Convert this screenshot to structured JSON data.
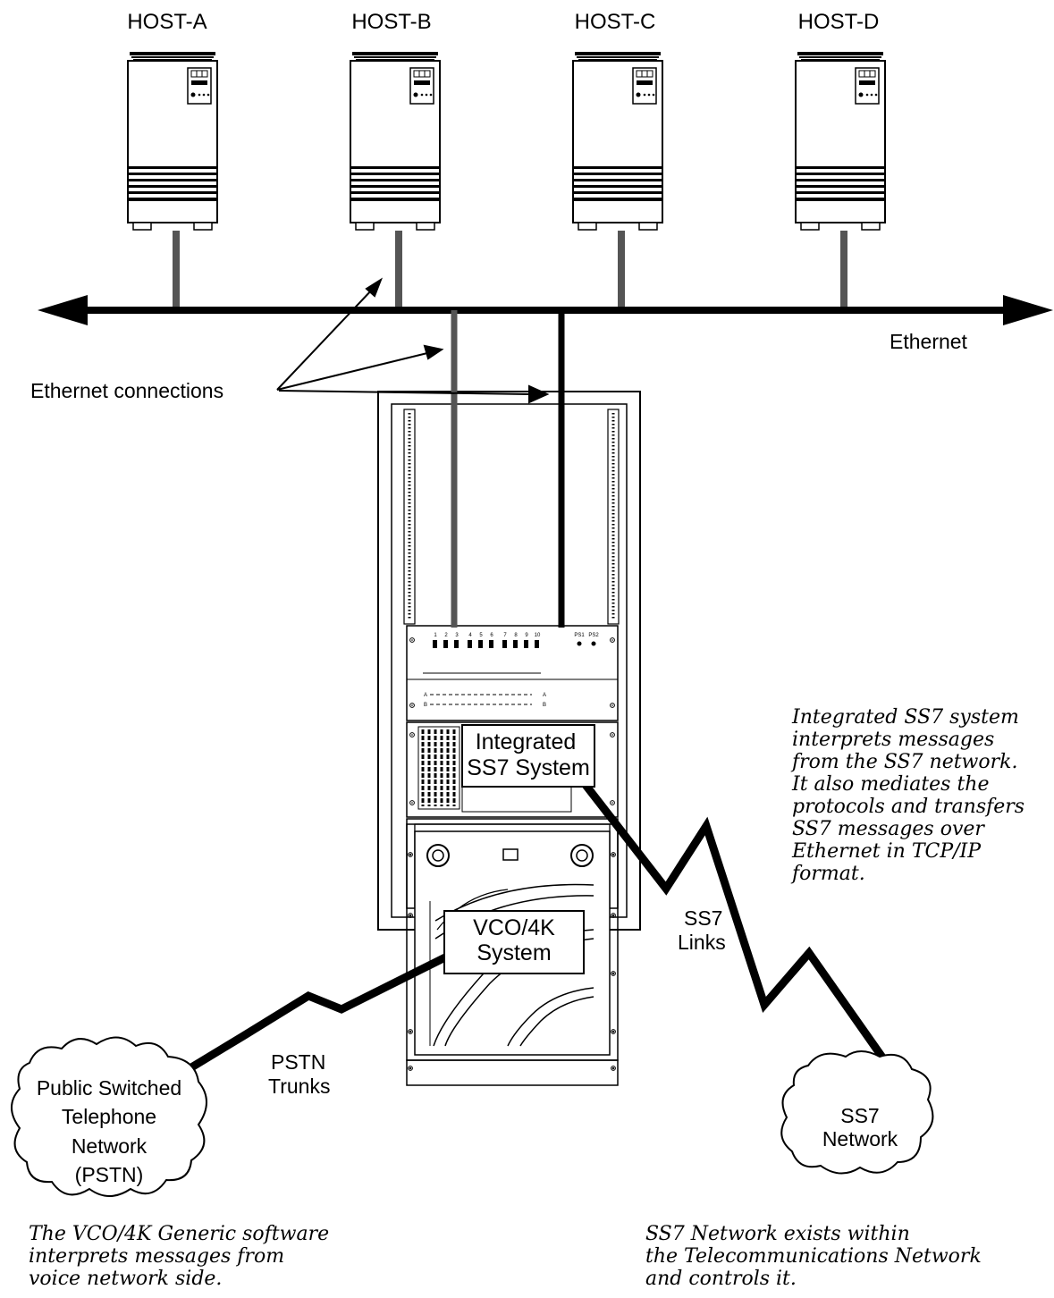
{
  "hosts": [
    "HOST-A",
    "HOST-B",
    "HOST-C",
    "HOST-D"
  ],
  "labels": {
    "ethernet": "Ethernet",
    "ethernet_connections": "Ethernet connections",
    "integrated_box_line1": "Integrated",
    "integrated_box_line2": "SS7 System",
    "vco_box_line1": "VCO/4K",
    "vco_box_line2": "System",
    "ss7_links_line1": "SS7",
    "ss7_links_line2": "Links",
    "pstn_trunks_line1": "PSTN",
    "pstn_trunks_line2": "Trunks",
    "pstn_cloud": [
      "Public Switched",
      "Telephone",
      "Network",
      "(PSTN)"
    ],
    "ss7_cloud": [
      "SS7",
      "Network"
    ]
  },
  "notes": {
    "integrated_ss7": [
      "Integrated SS7 system",
      "interprets messages",
      "from the SS7 network.",
      "It also mediates the",
      "protocols and transfers",
      "SS7 messages over",
      "Ethernet in TCP/IP",
      "format."
    ],
    "vco_generic": [
      "The VCO/4K Generic software",
      "interprets messages from",
      "voice network side."
    ],
    "ss7_network": [
      "SS7 Network exists within",
      "the Telecommunications Network",
      "and controls it."
    ]
  },
  "panel": {
    "port_numbers": [
      "1",
      "2",
      "3",
      "4",
      "5",
      "6",
      "7",
      "8",
      "9",
      "10"
    ],
    "ps_labels": [
      "PS1",
      "PS2"
    ],
    "row_labels": [
      "A",
      "B"
    ]
  }
}
